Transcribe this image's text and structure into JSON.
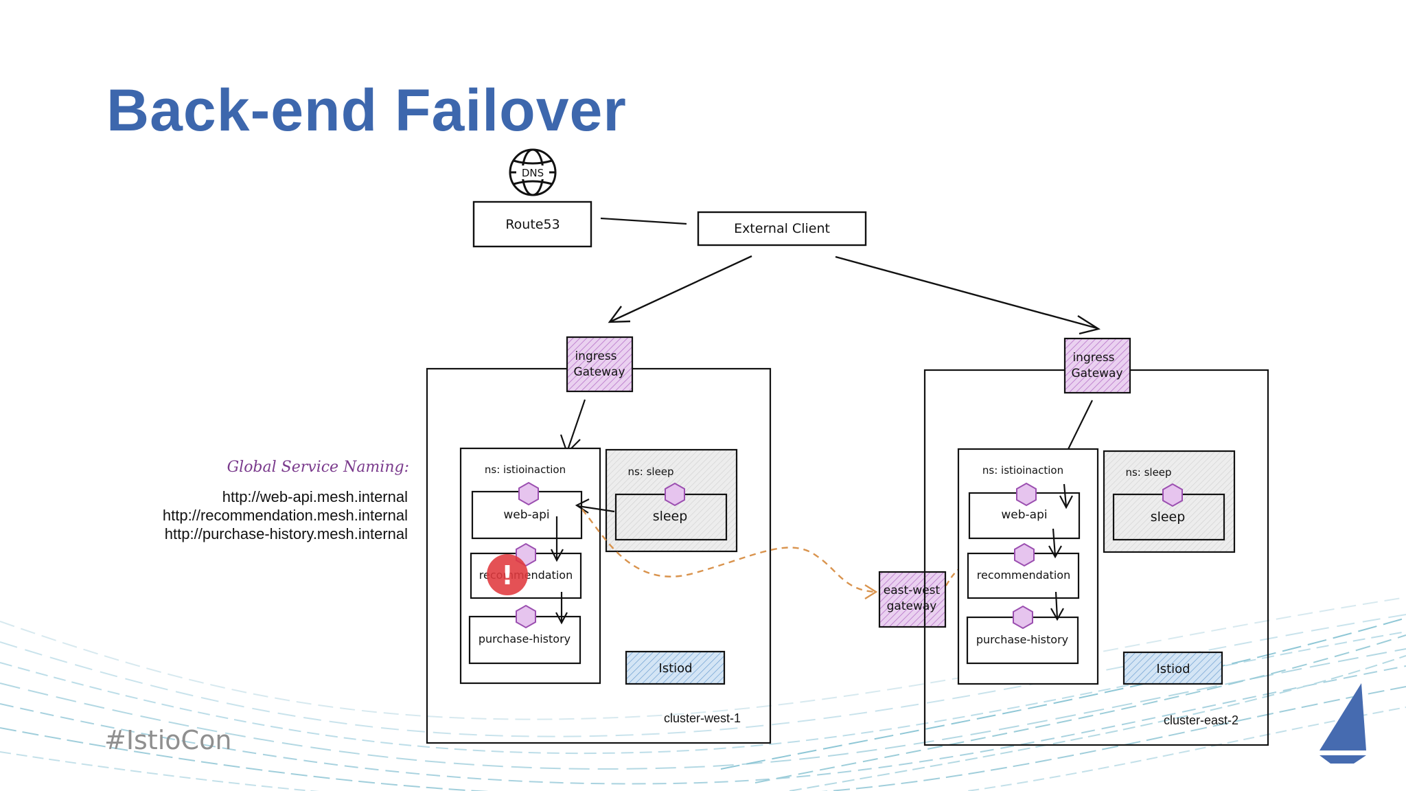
{
  "slide": {
    "title": "Back-end Failover",
    "hashtag": "#IstioCon"
  },
  "naming": {
    "title": "Global Service Naming:",
    "urls": [
      "http://web-api.mesh.internal",
      "http://recommendation.mesh.internal",
      "http://purchase-history.mesh.internal"
    ]
  },
  "diagram": {
    "dns_label": "DNS",
    "route53": "Route53",
    "external_client": "External Client",
    "ingress": [
      "ingress",
      "Gateway"
    ],
    "eastwest": [
      "east-west",
      "gateway"
    ],
    "ns_istioinaction": "ns: istioinaction",
    "ns_sleep": "ns: sleep",
    "sleep": "sleep",
    "services": [
      "web-api",
      "recommendation",
      "purchase-history"
    ],
    "istiod": "Istiod",
    "cluster_west": "cluster-west-1",
    "cluster_east": "cluster-east-2",
    "failure_mark": "!"
  },
  "colors": {
    "title": "#3d67ad",
    "purple_fill": "#e7c8ee",
    "purple_stroke": "#9b4fb0",
    "blue_fill": "#c5dcf1",
    "grey_fill": "#e4e4e4",
    "orange_dash": "#d9934d",
    "error_red": "#e0393e",
    "logo_blue": "#466bb0"
  }
}
